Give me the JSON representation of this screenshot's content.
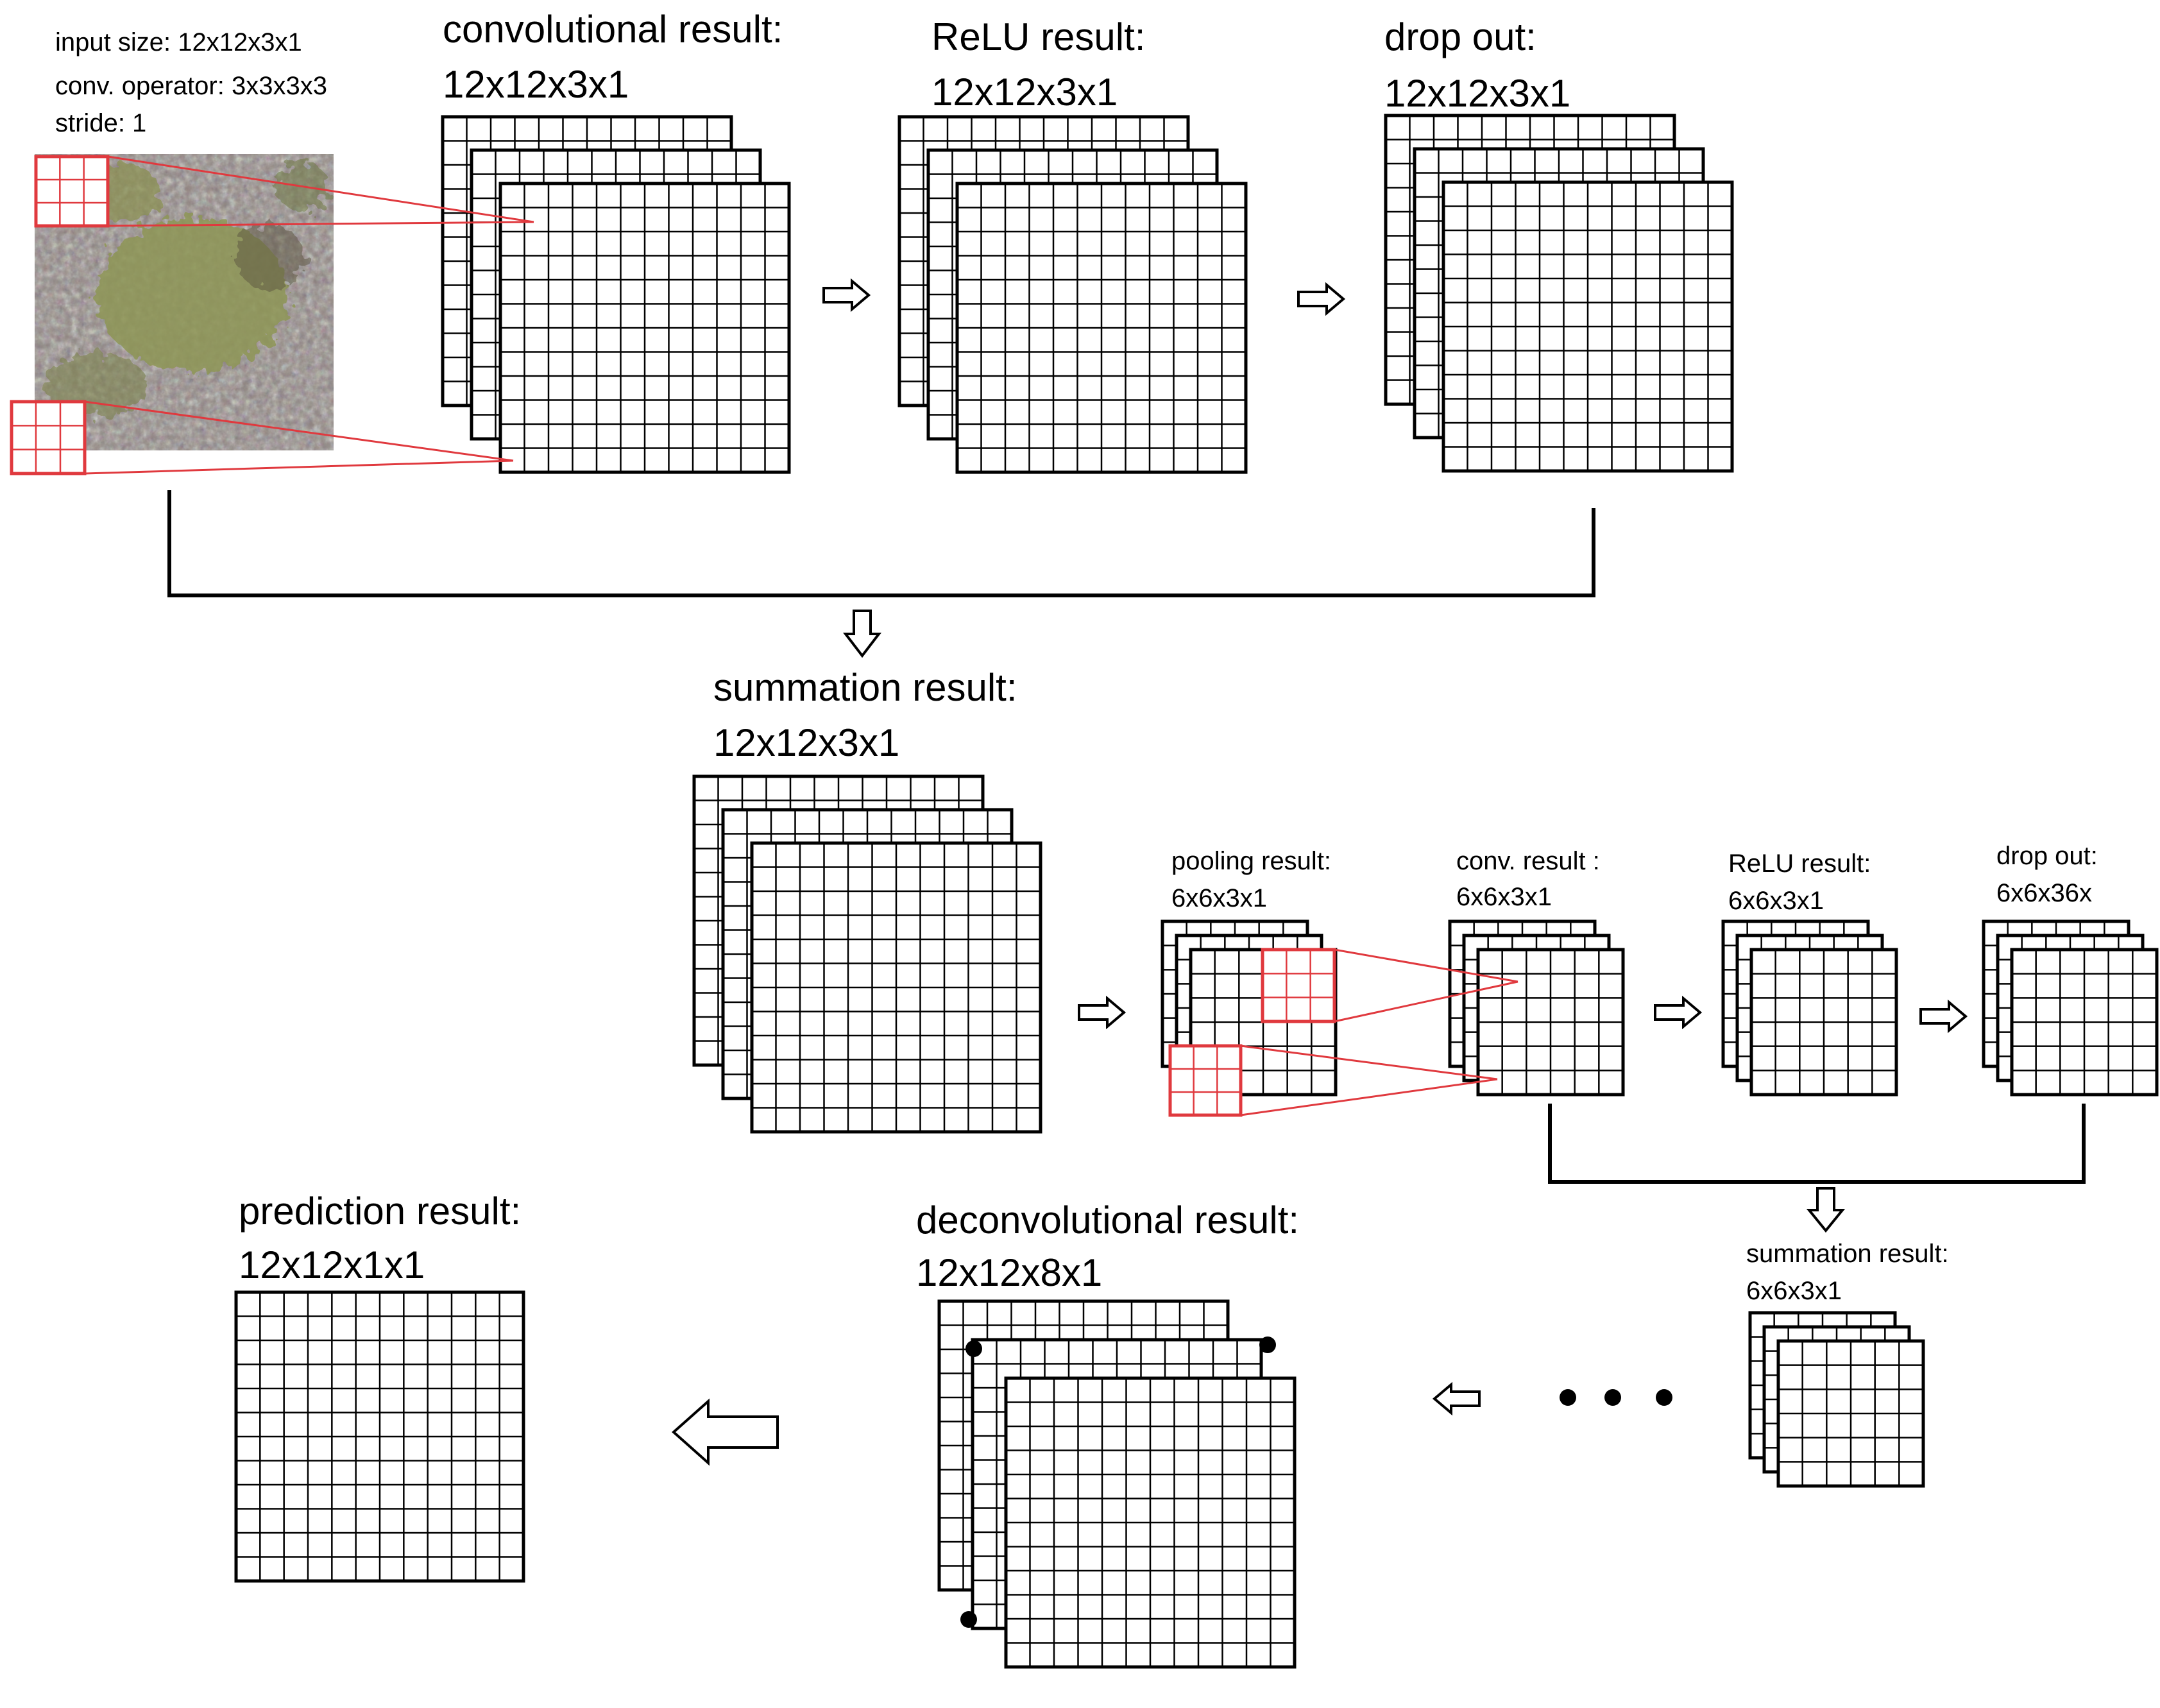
{
  "input_params": {
    "size": "input size: 12x12x3x1",
    "operator": "conv. operator: 3x3x3x3",
    "stride": "stride: 1"
  },
  "stages": {
    "conv_title": "convolutional result:",
    "conv_size": "12x12x3x1",
    "relu_title": "ReLU result:",
    "relu_size": "12x12x3x1",
    "drop_title": "drop out:",
    "drop_size": "12x12x3x1",
    "sum_title": "summation result:",
    "sum_size": "12x12x3x1",
    "pool_title": "pooling result:",
    "pool_size": "6x6x3x1",
    "conv2_title": "conv. result :",
    "conv2_size": "6x6x3x1",
    "relu2_title": "ReLU result:",
    "relu2_size": "6x6x3x1",
    "drop2_title": "drop out:",
    "drop2_size": "6x6x36x",
    "sum2_title": "summation result:",
    "sum2_size": "6x6x3x1",
    "deconv_title": "deconvolutional result:",
    "deconv_size": "12x12x8x1",
    "pred_title": "prediction result:",
    "pred_size": "12x12x1x1"
  },
  "colors": {
    "line": "#000000",
    "highlight": "#e0393e",
    "image_ground": "#8f8480",
    "image_vegetation": "#8e9656"
  },
  "icons": {
    "flow_arrow": "hollow-arrow-icon",
    "continuation": "ellipsis-dots-icon"
  }
}
